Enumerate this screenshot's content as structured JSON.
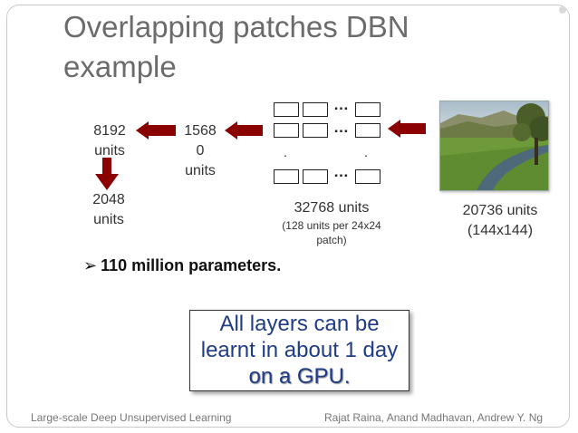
{
  "slide": {
    "title": "Overlapping patches DBN example",
    "layers": {
      "l8192": {
        "line1": "8192",
        "line2": "units"
      },
      "l2048": {
        "line1": "2048",
        "line2": "units"
      },
      "l15680": {
        "line1": "1568",
        "line2": "0",
        "line3": "units"
      },
      "l32768": {
        "main": "32768 units",
        "sub1": "(128 units per 24x24",
        "sub2": "patch)"
      },
      "input": {
        "line1": "20736 units",
        "line2": "(144x144)"
      }
    },
    "ellipsis": "…",
    "vdot": ".",
    "bullet_mark": "➢",
    "bullet_text": "110 million parameters.",
    "callout": {
      "line1": "All layers can be",
      "line2": "learnt in about 1 day",
      "line3": "on a GPU."
    },
    "footer_left": "Large-scale Deep Unsupervised Learning",
    "footer_right": "Rajat Raina, Anand Madhavan, Andrew Y. Ng"
  },
  "colors": {
    "arrow": "#8b0000",
    "callout_text": "#1f3c88",
    "title": "#6b6b6b"
  },
  "icons": {
    "arrow": "left-arrow-icon",
    "down_arrow": "down-arrow-icon",
    "bullet": "arrow-bullet-icon"
  }
}
